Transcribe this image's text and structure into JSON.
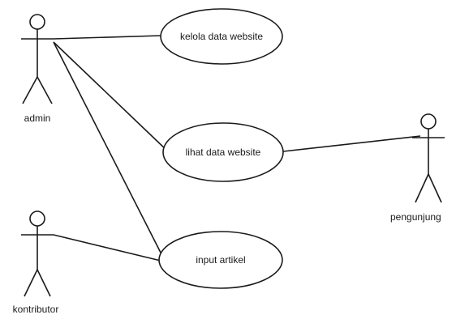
{
  "actors": {
    "admin": "admin",
    "contributor": "kontributor",
    "visitor": "pengunjung"
  },
  "use_cases": {
    "manage": "kelola data website",
    "view": "lihat data website",
    "input": "input artikel"
  }
}
